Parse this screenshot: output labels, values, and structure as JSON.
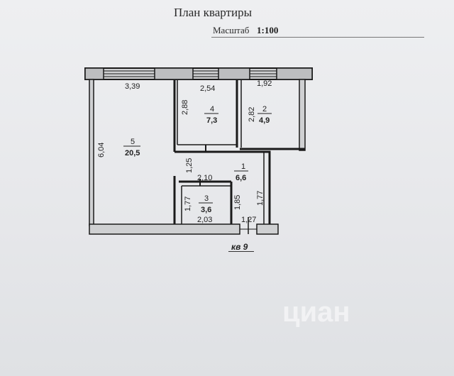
{
  "document": {
    "title": "План квартиры",
    "scale_label": "Масштаб",
    "scale_value": "1:100"
  },
  "rooms": [
    {
      "number": "5",
      "area": "20,5"
    },
    {
      "number": "4",
      "area": "7,3"
    },
    {
      "number": "2",
      "area": "4,9"
    },
    {
      "number": "1",
      "area": "6,6"
    },
    {
      "number": "3",
      "area": "3,6"
    }
  ],
  "dimensions": {
    "room5_width": "3,39",
    "room5_depth": "6,04",
    "room4_width": "2,54",
    "room4_depth": "2,88",
    "room2_width": "1,92",
    "room2_depth": "2,82",
    "hall_depth_top": "1,25",
    "bath_width_top": "2,10",
    "bath_depth": "1,77",
    "bath_width_bottom": "2,03",
    "hall_depth_mid": "1,85",
    "hall_depth_right": "1,77",
    "door_width": "1,27"
  },
  "entry_label": "кв 9",
  "watermark": {
    "text": "циан"
  },
  "colors": {
    "wall": "#c9c9c9",
    "line": "#1a1a1a",
    "paper": "#eeeff1"
  }
}
